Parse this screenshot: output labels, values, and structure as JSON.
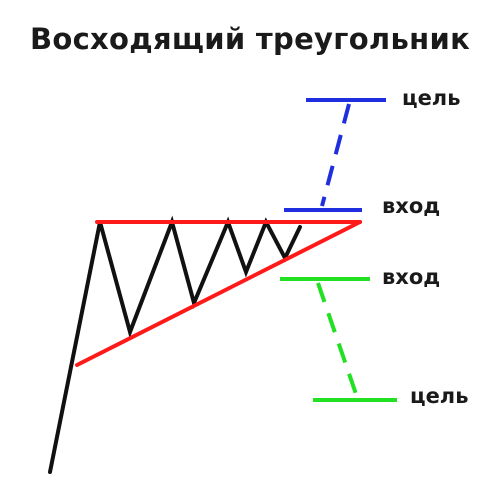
{
  "title": "Восходящий треугольник",
  "labels": {
    "goal_top": "цель",
    "entry_top": "вход",
    "entry_bottom": "вход",
    "goal_bottom": "цель"
  },
  "colors": {
    "pattern_lines": "#ff1a1a",
    "price_path": "#111111",
    "bullish_target": "#1f2fe0",
    "bearish_target": "#22e022"
  }
}
